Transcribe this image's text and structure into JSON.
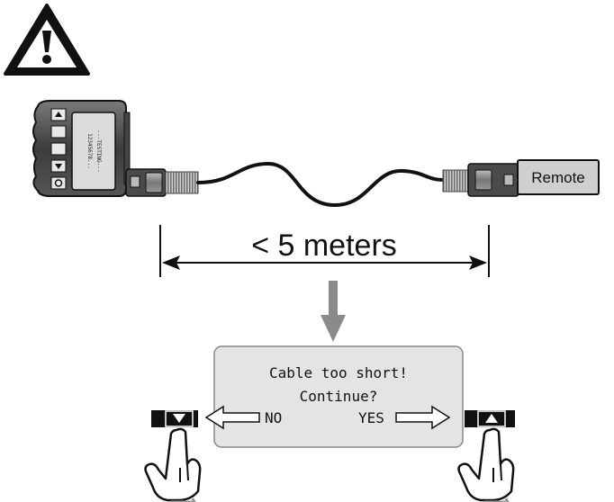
{
  "tester": {
    "screen_lines": [
      "---TESTING---",
      "12345678..."
    ]
  },
  "remote": {
    "label": "Remote"
  },
  "distance": {
    "label": "< 5 meters"
  },
  "dialog": {
    "line1": "Cable too short!",
    "line2": "Continue?",
    "no_label": "NO",
    "yes_label": "YES"
  },
  "icons": {
    "warning": "warning-icon",
    "down_key": "down-arrow-key-icon",
    "up_key": "up-arrow-key-icon",
    "hand": "pointing-hand-icon"
  },
  "colors": {
    "outline": "#111111",
    "dialog_fill": "#e4e4e4",
    "flow_arrow": "#8a8a8a"
  }
}
